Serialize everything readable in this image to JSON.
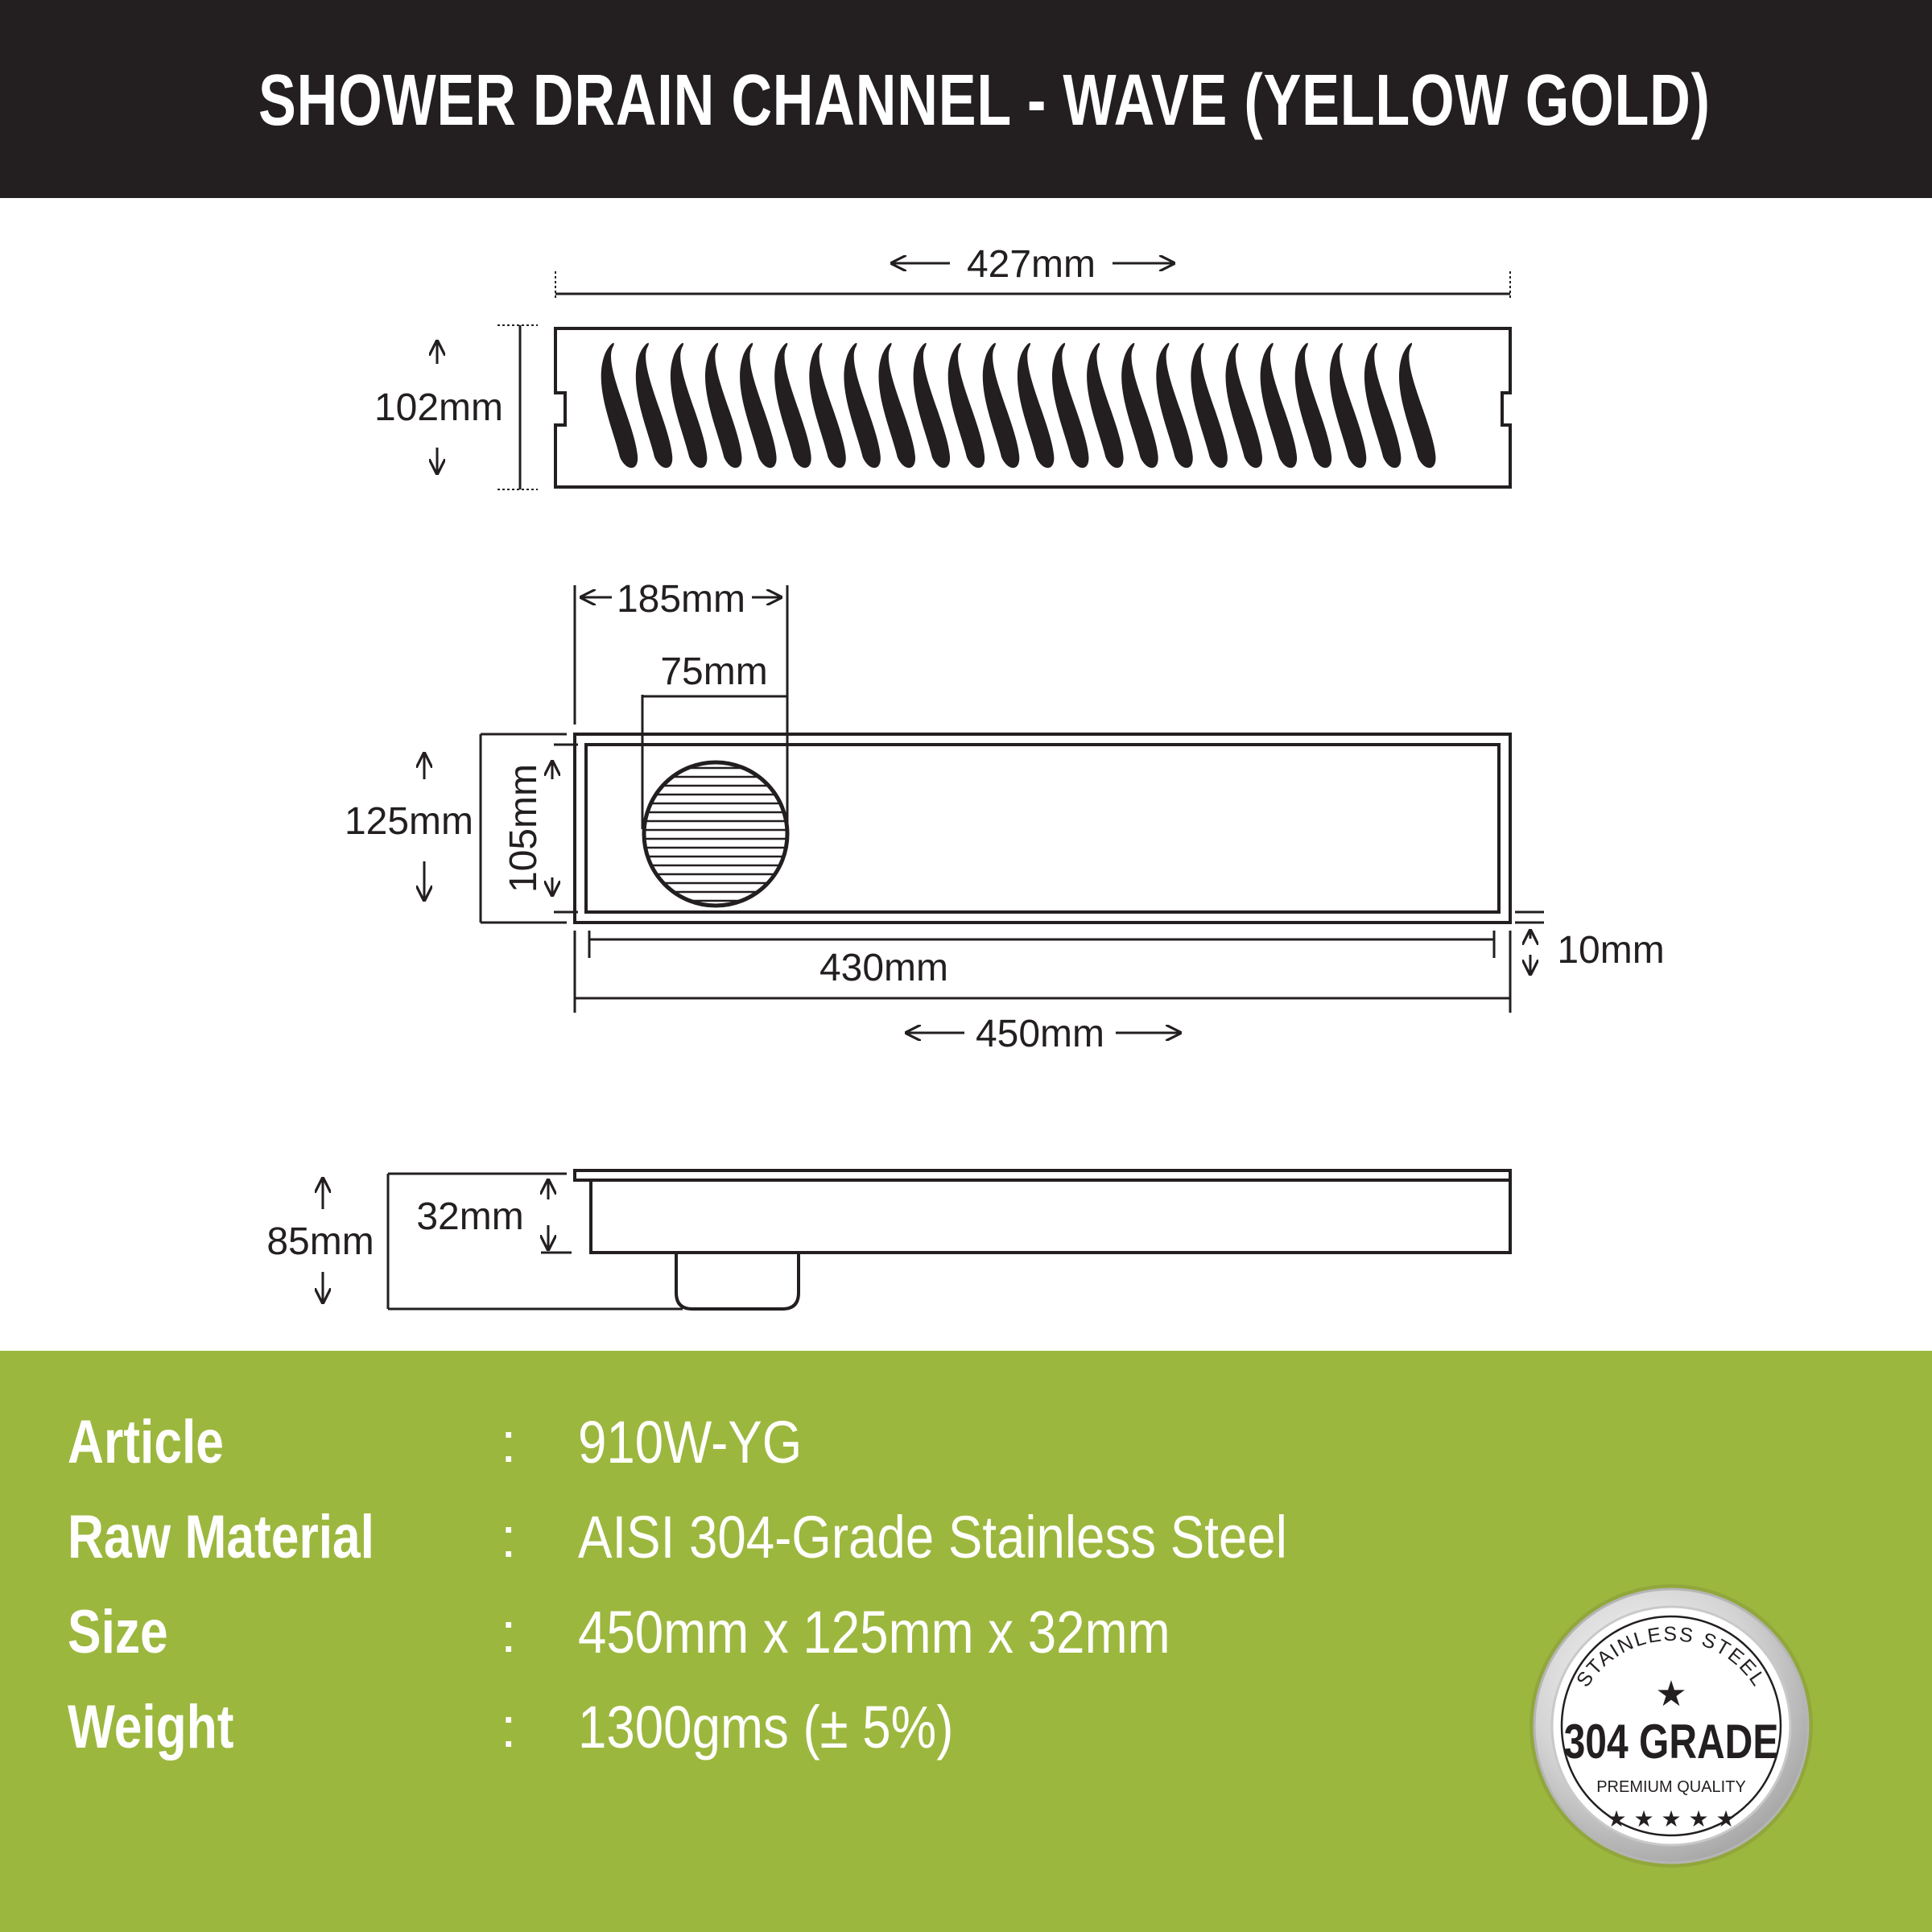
{
  "header": {
    "title": "SHOWER DRAIN CHANNEL - WAVE (YELLOW GOLD)"
  },
  "colors": {
    "header_bg": "#231f20",
    "spec_bg": "#9cb73e",
    "line": "#231f20",
    "text_light": "#ffffff"
  },
  "top_view": {
    "length_label": "427mm",
    "height_label": "102mm"
  },
  "plan_view": {
    "outlet_offset_label": "185mm",
    "outlet_diameter_label": "75mm",
    "width_label": "125mm",
    "inner_width_label": "105mm",
    "inner_length_label": "430mm",
    "rim_label": "10mm",
    "outer_length_label": "450mm"
  },
  "side_view": {
    "depth_label": "32mm",
    "total_height_label": "85mm"
  },
  "specs": [
    {
      "label": "Article",
      "value": "910W-YG"
    },
    {
      "label": "Raw Material",
      "value": "AISI 304-Grade Stainless Steel"
    },
    {
      "label": "Size",
      "value": "450mm x 125mm x 32mm"
    },
    {
      "label": "Weight",
      "value": "1300gms (± 5%)"
    }
  ],
  "spec_separator": ":",
  "badge": {
    "arc_text": "STAINLESS STEEL",
    "grade": "304 GRADE",
    "quality": "PREMIUM QUALITY",
    "stars": "★ ★ ★ ★ ★",
    "center_star": "★"
  }
}
